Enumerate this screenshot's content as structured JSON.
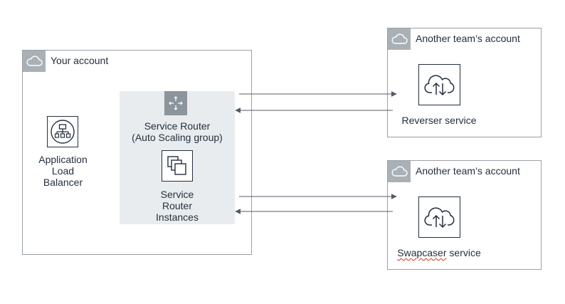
{
  "your_account": {
    "title": "Your account"
  },
  "alb": {
    "label_lines": [
      "Application",
      "Load",
      "Balancer"
    ]
  },
  "service_router_group": {
    "title_lines": [
      "Service Router",
      "(Auto Scaling group)"
    ]
  },
  "router_instances": {
    "label_lines": [
      "Service",
      "Router",
      "Instances"
    ]
  },
  "accounts": [
    {
      "title": "Another team’s account",
      "service": {
        "name": "Reverser",
        "suffix": " service"
      }
    },
    {
      "title": "Another team’s account",
      "service": {
        "name": "Swapcaser",
        "suffix": " service"
      }
    }
  ],
  "colors": {
    "border": "#9aa0a6",
    "group_fill": "#e8ecee",
    "tab_fill": "#aab1b6",
    "arrow": "#545b64",
    "spellcheck_underline": "#d13212"
  },
  "icons": {
    "account_tab": "cloud-icon",
    "alb": "load-balancer-icon",
    "router": "auto-scaling-arrows-icon",
    "instances": "instances-icon",
    "service": "cloud-upload-download-icon"
  }
}
